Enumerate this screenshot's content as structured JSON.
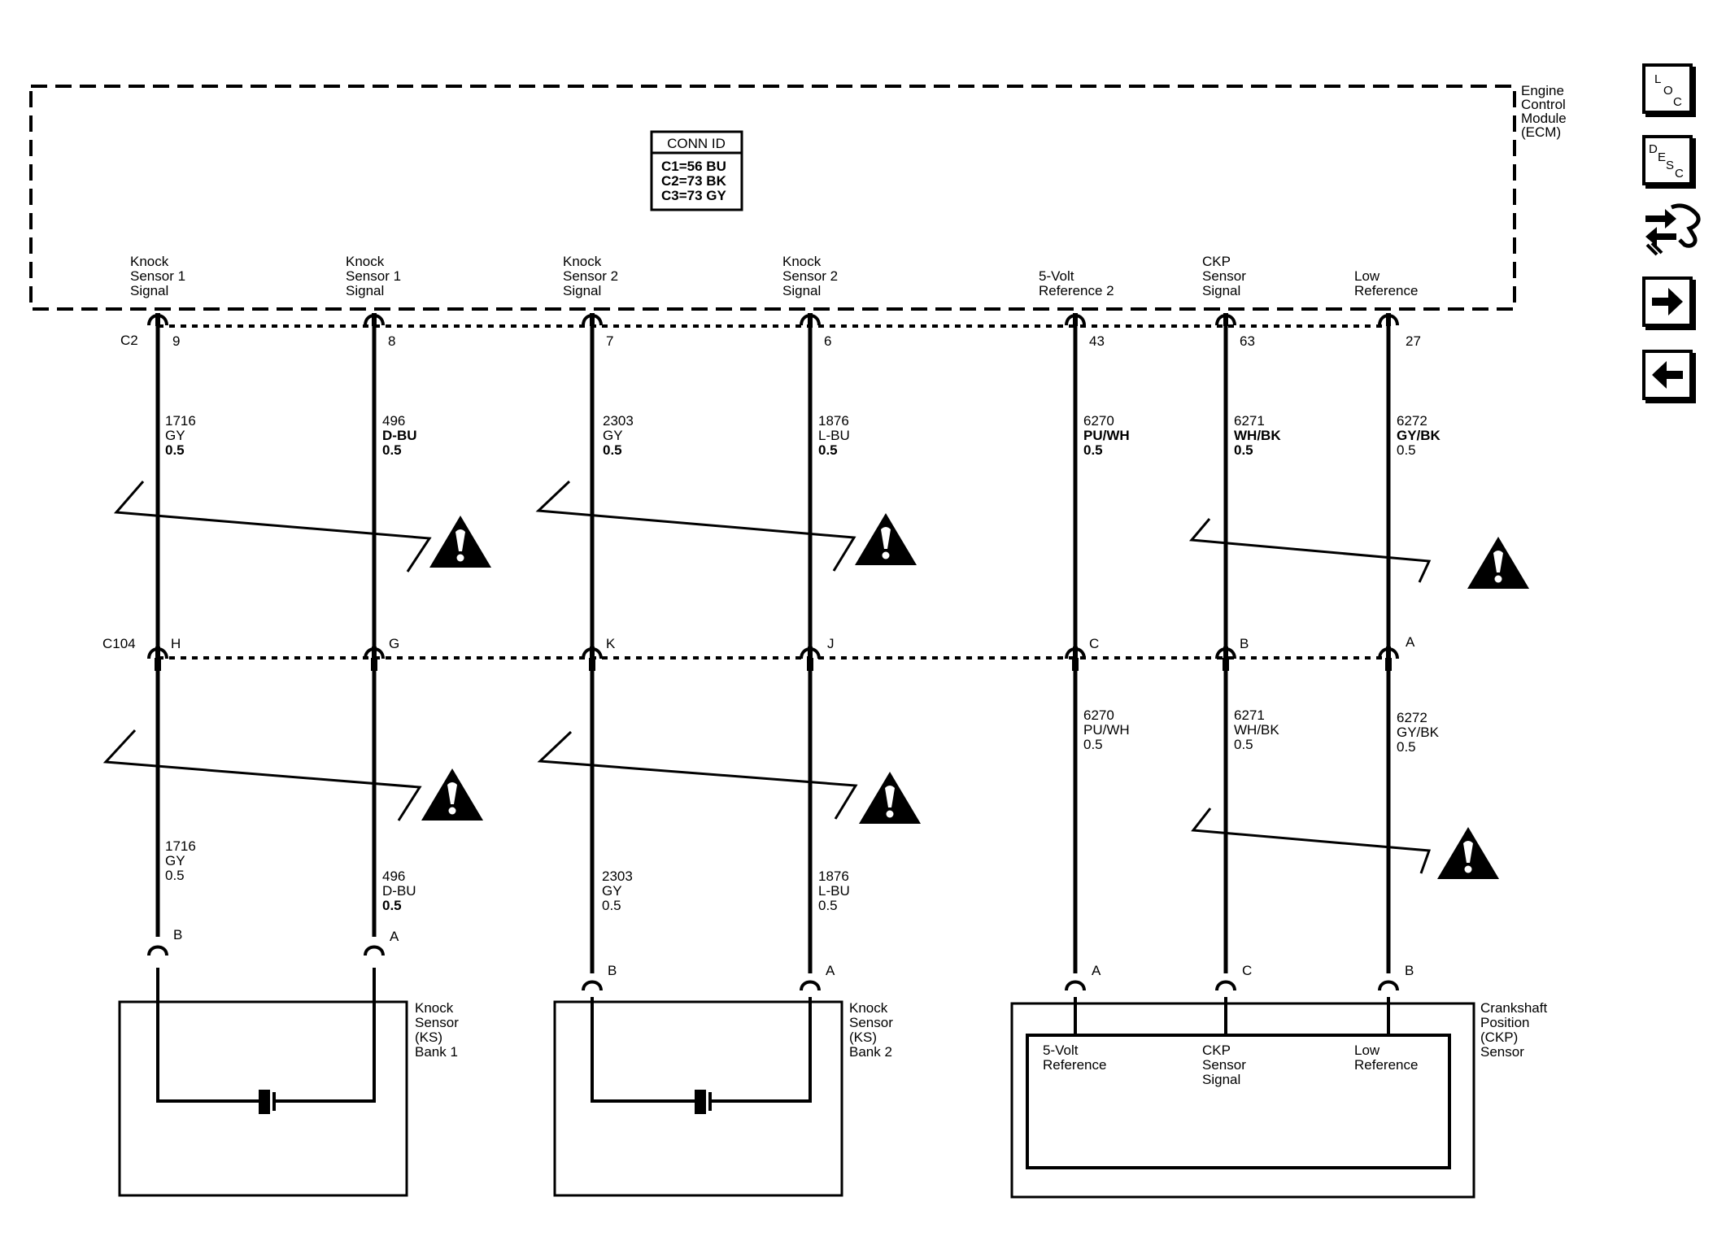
{
  "ecm": {
    "label_lines": [
      "Engine",
      "Control",
      "Module",
      "(ECM)"
    ],
    "conn_id": {
      "title": "CONN ID",
      "lines": [
        "C1=56 BU",
        "C2=73 BK",
        "C3=73 GY"
      ]
    },
    "pins": [
      {
        "id": "ks1-sig-a",
        "label_lines": [
          "Knock",
          "Sensor 1",
          "Signal"
        ],
        "pin": "9"
      },
      {
        "id": "ks1-sig-b",
        "label_lines": [
          "Knock",
          "Sensor 1",
          "Signal"
        ],
        "pin": "8"
      },
      {
        "id": "ks2-sig-a",
        "label_lines": [
          "Knock",
          "Sensor 2",
          "Signal"
        ],
        "pin": "7"
      },
      {
        "id": "ks2-sig-b",
        "label_lines": [
          "Knock",
          "Sensor 2",
          "Signal"
        ],
        "pin": "6"
      },
      {
        "id": "5v-ref2",
        "label_lines": [
          "5-Volt",
          "Reference 2"
        ],
        "pin": "43"
      },
      {
        "id": "ckp-sig",
        "label_lines": [
          "CKP",
          "Sensor",
          "Signal"
        ],
        "pin": "63"
      },
      {
        "id": "low-ref",
        "label_lines": [
          "Low",
          "Reference"
        ],
        "pin": "27"
      }
    ]
  },
  "connectors": {
    "ecm": "C2",
    "inline": "C104"
  },
  "inline_pins": [
    "H",
    "G",
    "K",
    "J",
    "C",
    "B",
    "A"
  ],
  "wires_upper": [
    [
      "1716",
      "GY",
      "0.5"
    ],
    [
      "496",
      "D-BU",
      "0.5"
    ],
    [
      "2303",
      "GY",
      "0.5"
    ],
    [
      "1876",
      "L-BU",
      "0.5"
    ],
    [
      "6270",
      "PU/WH",
      "0.5"
    ],
    [
      "6271",
      "WH/BK",
      "0.5"
    ],
    [
      "6272",
      "GY/BK",
      "0.5"
    ]
  ],
  "wires_lower": [
    [
      "1716",
      "GY",
      "0.5"
    ],
    [
      "496",
      "D-BU",
      "0.5"
    ],
    [
      "2303",
      "GY",
      "0.5"
    ],
    [
      "1876",
      "L-BU",
      "0.5"
    ],
    [
      "6270",
      "PU/WH",
      "0.5"
    ],
    [
      "6271",
      "WH/BK",
      "0.5"
    ],
    [
      "6272",
      "GY/BK",
      "0.5"
    ]
  ],
  "sensor_pins": [
    "B",
    "A",
    "B",
    "A",
    "A",
    "C",
    "B"
  ],
  "sensors": {
    "ks1": [
      "Knock",
      "Sensor",
      "(KS)",
      "Bank 1"
    ],
    "ks2": [
      "Knock",
      "Sensor",
      "(KS)",
      "Bank 2"
    ],
    "ckp": [
      "Crankshaft",
      "Position",
      "(CKP)",
      "Sensor"
    ],
    "ckp_inner": [
      [
        "5-Volt",
        "Reference"
      ],
      [
        "CKP",
        "Sensor",
        "Signal"
      ],
      [
        "Low",
        "Reference"
      ]
    ]
  },
  "nav": {
    "loc": [
      "L",
      "O",
      "C"
    ],
    "desc": [
      "D",
      "E",
      "S",
      "C"
    ],
    "icons": [
      "loc-icon",
      "desc-icon",
      "connector-swap-icon",
      "arrow-right-icon",
      "arrow-left-icon"
    ]
  }
}
